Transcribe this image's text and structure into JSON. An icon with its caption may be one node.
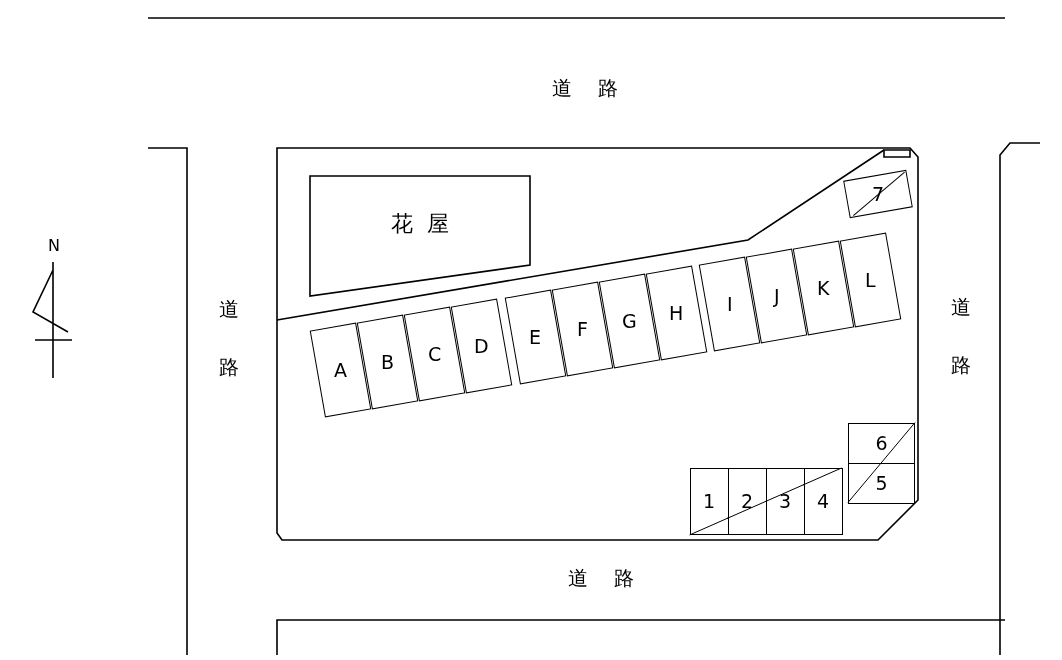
{
  "diagram": {
    "nodes": [
      {
        "text": [
          "花屋"
        ]
      },
      {
        "text": [
          "7"
        ]
      },
      {
        "text": [
          "A"
        ]
      },
      {
        "text": [
          "B"
        ]
      },
      {
        "text": [
          "C"
        ]
      },
      {
        "text": [
          "D"
        ]
      },
      {
        "text": [
          "E"
        ]
      },
      {
        "text": [
          "F"
        ]
      },
      {
        "text": [
          "G"
        ]
      },
      {
        "text": [
          "H"
        ]
      },
      {
        "text": [
          "I"
        ]
      },
      {
        "text": [
          "J"
        ]
      },
      {
        "text": [
          "K"
        ]
      },
      {
        "text": [
          "L"
        ]
      },
      {
        "text": [
          "6"
        ]
      },
      {
        "text": [
          "5"
        ]
      },
      {
        "text": [
          "1"
        ]
      },
      {
        "text": [
          "2"
        ]
      },
      {
        "text": [
          "3"
        ]
      },
      {
        "text": [
          "4"
        ]
      }
    ],
    "edges": [],
    "labels": [
      "道路",
      "N",
      "道路",
      "道路",
      "道路"
    ]
  }
}
